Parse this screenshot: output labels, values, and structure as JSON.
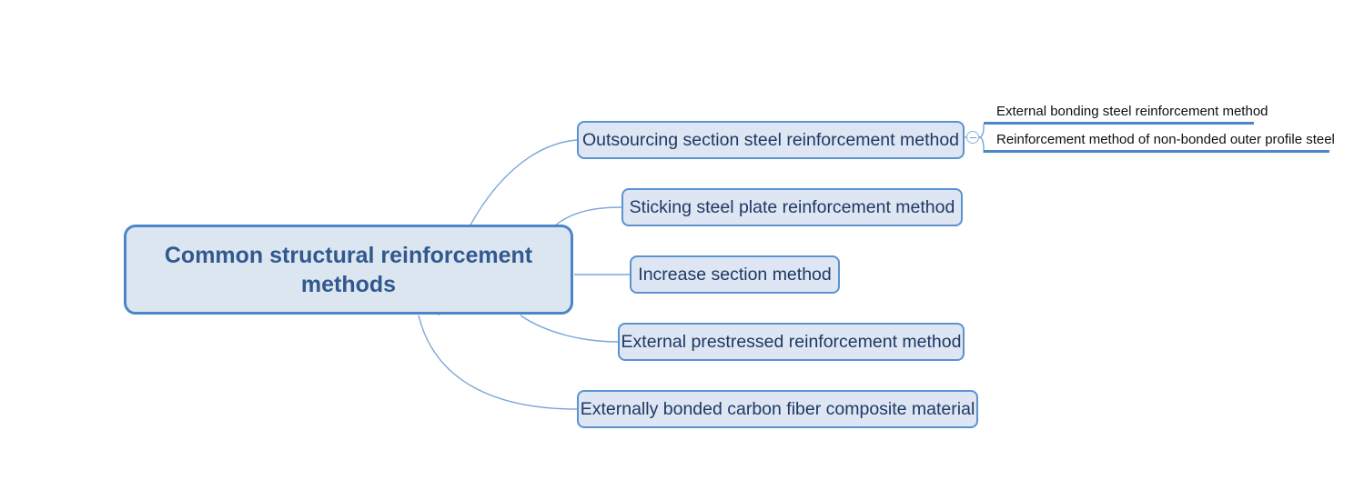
{
  "diagram": {
    "type": "mind-map",
    "root": {
      "label": "Common structural reinforcement methods"
    },
    "branches": [
      {
        "label": "Outsourcing section steel reinforcement method"
      },
      {
        "label": "Sticking steel plate reinforcement method"
      },
      {
        "label": "Increase section method"
      },
      {
        "label": "External prestressed reinforcement method"
      },
      {
        "label": "Externally bonded carbon fiber composite material"
      }
    ],
    "sub_branches": [
      {
        "label": "External bonding steel reinforcement method"
      },
      {
        "label": "Reinforcement method of non-bonded outer profile steel"
      }
    ],
    "toggle": {
      "name": "collapse-toggle",
      "state": "expanded",
      "glyph": "minus"
    },
    "colors": {
      "node_fill": "#dce6f1",
      "node_border": "#4a86c8",
      "branch_border": "#5b92d0",
      "root_text": "#31588f",
      "branch_text": "#1f3864",
      "sub_text": "#0f0f14",
      "connector": "#7ba7d7",
      "background": "#ffffff"
    }
  }
}
